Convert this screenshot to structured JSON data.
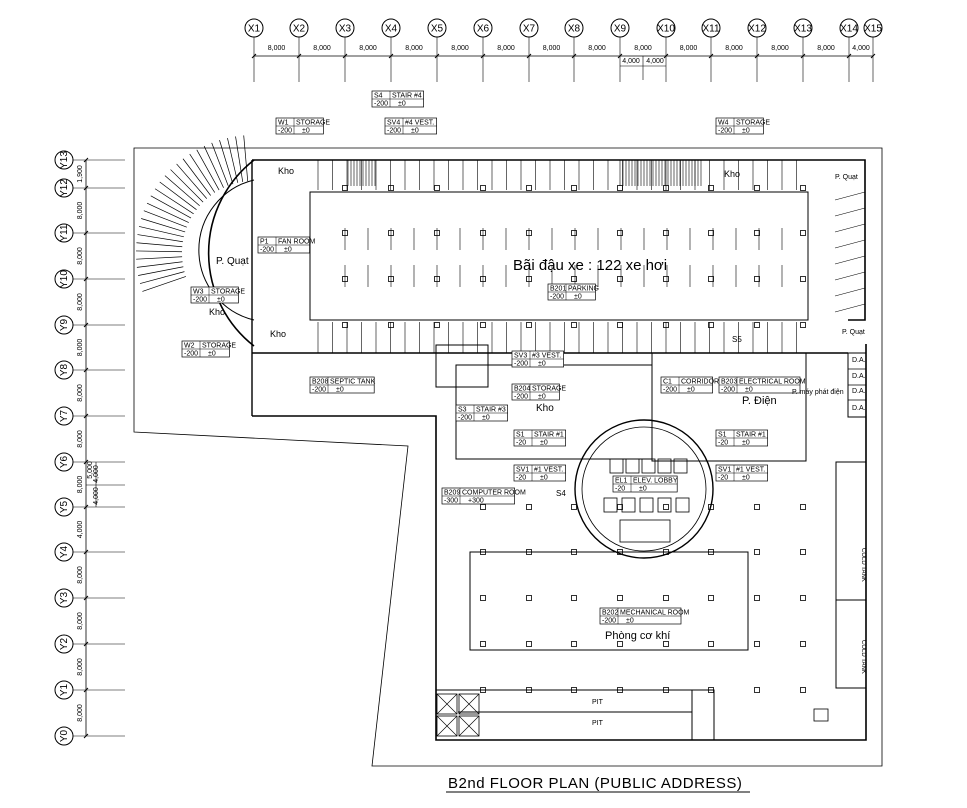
{
  "title": "B2nd  FLOOR  PLAN  (PUBLIC  ADDRESS)",
  "grid_x": [
    "X1",
    "X2",
    "X3",
    "X4",
    "X5",
    "X6",
    "X7",
    "X8",
    "X9",
    "X10",
    "X11",
    "X12",
    "X13",
    "X14",
    "X15"
  ],
  "grid_y": [
    "Y13",
    "Y12",
    "Y11",
    "Y10",
    "Y9",
    "Y8",
    "Y7",
    "Y6",
    "Y5",
    "Y4",
    "Y3",
    "Y2",
    "Y1",
    "Y0"
  ],
  "dims_x": [
    "8,000",
    "8,000",
    "8,000",
    "8,000",
    "8,000",
    "8,000",
    "8,000",
    "8,000",
    "8,000",
    "8,000",
    "8,000",
    "8,000",
    "8,000",
    "4,000"
  ],
  "dims_x_sub": [
    "4,000",
    "4,000"
  ],
  "dims_y": [
    "1,900",
    "8,000",
    "8,000",
    "8,000",
    "8,000",
    "8,000",
    "8,000",
    "8,000",
    "4,000",
    "8,000",
    "8,000",
    "8,000",
    "8,000"
  ],
  "dims_y_sub": [
    "5,000",
    "4,000",
    "4,000"
  ],
  "room_tags": [
    {
      "code": "W1",
      "name": "STORAGE",
      "level": "-200",
      "elev": "±0"
    },
    {
      "code": "S4",
      "name": "STAIR #4",
      "level": "-200",
      "elev": "±0"
    },
    {
      "code": "SV4",
      "name": "#4 VEST.",
      "level": "-200",
      "elev": "±0"
    },
    {
      "code": "W4",
      "name": "STORAGE",
      "level": "-200",
      "elev": "±0"
    },
    {
      "code": "P1",
      "name": "FAN ROOM",
      "level": "-200",
      "elev": "±0"
    },
    {
      "code": "W3",
      "name": "STORAGE",
      "level": "-200",
      "elev": "±0"
    },
    {
      "code": "B201",
      "name": "PARKING",
      "level": "-200",
      "elev": "±0"
    },
    {
      "code": "W2",
      "name": "STORAGE",
      "level": "-200",
      "elev": "±0"
    },
    {
      "code": "B208",
      "name": "SEPTIC TANK",
      "level": "-200",
      "elev": "±0"
    },
    {
      "code": "SV3",
      "name": "#3 VEST.",
      "level": "-200",
      "elev": "±0"
    },
    {
      "code": "B204",
      "name": "STORAGE",
      "level": "-200",
      "elev": "±0"
    },
    {
      "code": "S3",
      "name": "STAIR #3",
      "level": "-200",
      "elev": "±0"
    },
    {
      "code": "C1",
      "name": "CORRIDOR",
      "level": "-200",
      "elev": "±0"
    },
    {
      "code": "B203",
      "name": "ELECTRICAL ROOM",
      "level": "-200",
      "elev": "±0"
    },
    {
      "code": "S1",
      "name": "STAIR #1",
      "level": "-20",
      "elev": "±0"
    },
    {
      "code": "S1",
      "name": "STAIR #1",
      "level": "-20",
      "elev": "±0"
    },
    {
      "code": "SV1",
      "name": "#1 VEST.",
      "level": "-20",
      "elev": "±0"
    },
    {
      "code": "SV1",
      "name": "#1 VEST.",
      "level": "-20",
      "elev": "±0"
    },
    {
      "code": "EL1",
      "name": "ELEV. LOBBY",
      "level": "-20",
      "elev": "±0"
    },
    {
      "code": "B209",
      "name": "COMPUTER ROOM",
      "level": "-300",
      "elev": "+300"
    },
    {
      "code": "B202",
      "name": "MECHANICAL ROOM",
      "level": "-200",
      "elev": "±0"
    }
  ],
  "notes": {
    "parking": "Bãi đậu xe : 122 xe hơi",
    "kho_1": "Kho",
    "kho_2": "Kho",
    "kho_3": "Kho",
    "kho_4": "Kho",
    "kho_5": "Kho",
    "p_quat_1": "P. Quạt",
    "p_quat_2": "P. Quạt",
    "p_quat_3": "P. Quạt",
    "p_dien": "P. Điện",
    "may_phat_dien": "P. máy phát điện",
    "phong_co_khi": "Phòng cơ khí",
    "pit_1": "PIT",
    "pit_2": "PIT",
    "da": [
      "D.A.",
      "D.A.",
      "D.A.",
      "D.A."
    ],
    "s5": "S5",
    "s4": "S4",
    "cold_water_1": "COLD TANK",
    "cold_water_2": "COLD TANK"
  }
}
